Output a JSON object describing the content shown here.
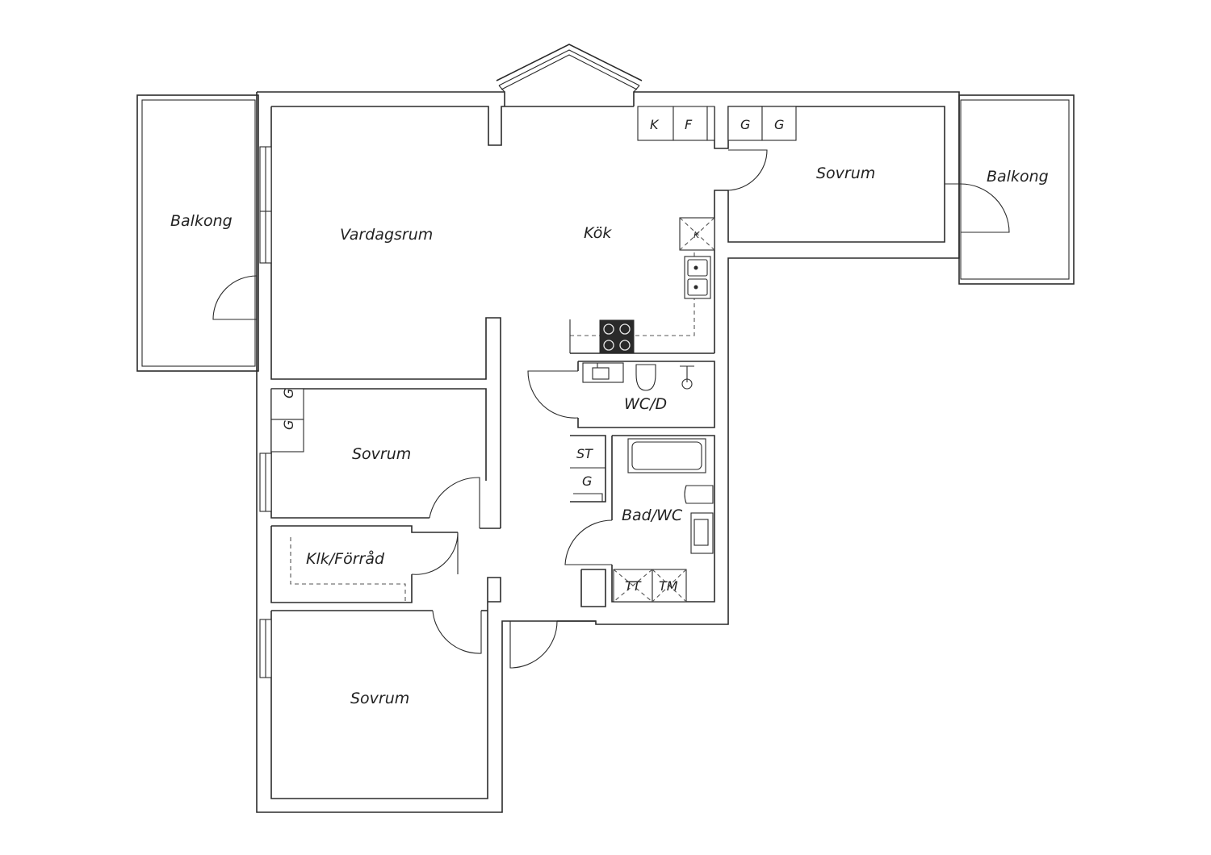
{
  "rooms": {
    "balkong_left": "Balkong",
    "vardagsrum": "Vardagsrum",
    "kok": "Kök",
    "sovrum_top": "Sovrum",
    "balkong_right": "Balkong",
    "sovrum_middle": "Sovrum",
    "klk_forrad": "Klk/Förråd",
    "sovrum_bottom": "Sovrum",
    "wc_d": "WC/D",
    "bad_wc": "Bad/WC"
  },
  "fixtures": {
    "kyl": "K",
    "frys": "F",
    "garderob": "G",
    "stad": "ST",
    "torktumlare": "TT",
    "tvattmaskin": "TM",
    "kyl_small": "K"
  },
  "colors": {
    "wall": "#2b2b2b",
    "stove": "#2a2a2a"
  }
}
